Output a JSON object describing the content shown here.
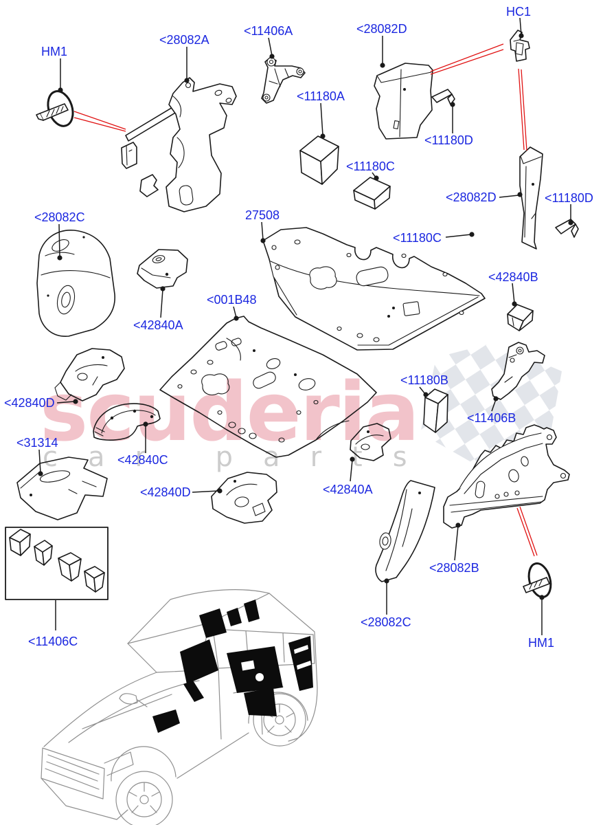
{
  "watermark": {
    "brand": "scuderia",
    "subtitle": "car parts"
  },
  "colors": {
    "label": "#1b27e0",
    "line": "#1a1a1a",
    "red": "#e01212",
    "pink": "#e8939f",
    "gray": "#c2c2c2",
    "checker": "#c5cbd5",
    "car": "#8f8f8f"
  },
  "labels": [
    {
      "id": "hm1-top",
      "text": "HM1"
    },
    {
      "id": "28082a",
      "text": "<28082A"
    },
    {
      "id": "11406a",
      "text": "<11406A"
    },
    {
      "id": "28082d-1",
      "text": "<28082D"
    },
    {
      "id": "hc1",
      "text": "HC1"
    },
    {
      "id": "11180a",
      "text": "<11180A"
    },
    {
      "id": "11180d-1",
      "text": "<11180D"
    },
    {
      "id": "11180c-1",
      "text": "<11180C"
    },
    {
      "id": "28082d-2",
      "text": "<28082D"
    },
    {
      "id": "11180d-2",
      "text": "<11180D"
    },
    {
      "id": "28082c-1",
      "text": "<28082C"
    },
    {
      "id": "27508",
      "text": "27508"
    },
    {
      "id": "11180c-2",
      "text": "<11180C"
    },
    {
      "id": "42840b",
      "text": "<42840B"
    },
    {
      "id": "001b48",
      "text": "<001B48"
    },
    {
      "id": "42840a-1",
      "text": "<42840A"
    },
    {
      "id": "11180b",
      "text": "<11180B"
    },
    {
      "id": "42840d-left",
      "text": "<42840D"
    },
    {
      "id": "11406b",
      "text": "<11406B"
    },
    {
      "id": "31314",
      "text": "<31314"
    },
    {
      "id": "42840c",
      "text": "<42840C"
    },
    {
      "id": "42840a-2",
      "text": "<42840A"
    },
    {
      "id": "42840d-right",
      "text": "<42840D"
    },
    {
      "id": "28082b",
      "text": "<28082B"
    },
    {
      "id": "28082c-2",
      "text": "<28082C"
    },
    {
      "id": "11406c",
      "text": "<11406C"
    },
    {
      "id": "hm1-bottom",
      "text": "HM1"
    }
  ]
}
